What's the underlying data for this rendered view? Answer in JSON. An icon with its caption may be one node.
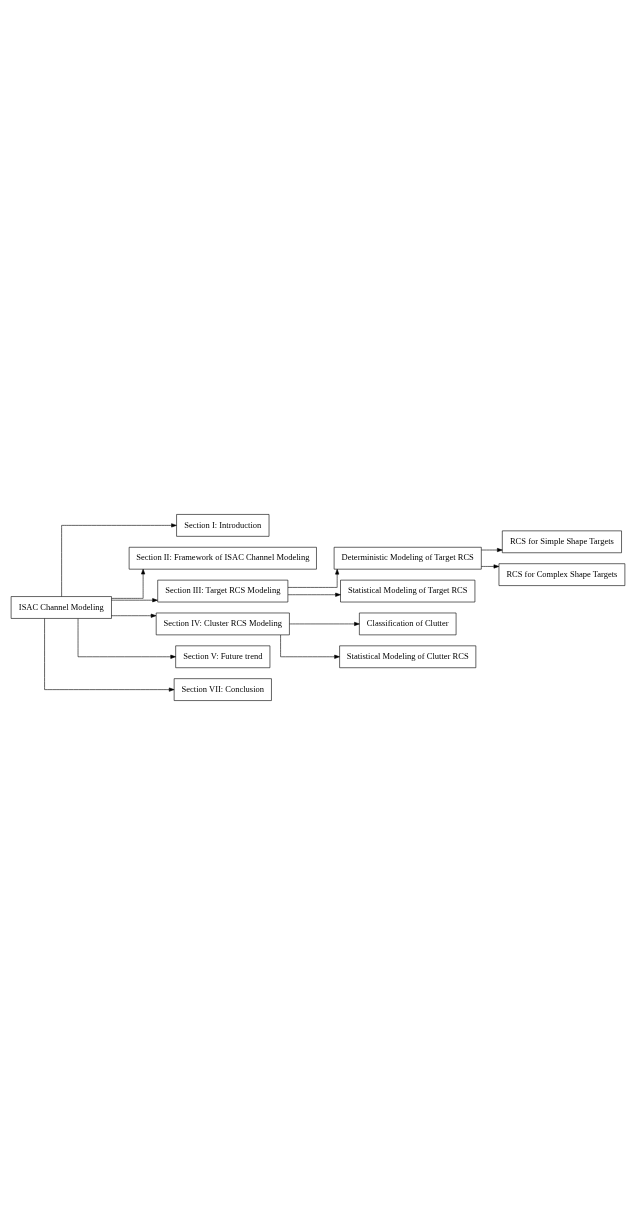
{
  "diagram": {
    "nodes": [
      {
        "text": [
          "ISAC Channel Modeling"
        ]
      },
      {
        "text": [
          "Section I: Introduction"
        ]
      },
      {
        "text": [
          "Section II: Framework of ISAC Channel Modeling"
        ]
      },
      {
        "text": [
          "Section III: Target RCS Modeling"
        ]
      },
      {
        "text": [
          "Deterministic Modeling of Target RCS"
        ]
      },
      {
        "text": [
          "RCS for Simple Shape Targets"
        ]
      },
      {
        "text": [
          "RCS for Complex Shape Targets"
        ]
      },
      {
        "text": [
          "Statistical Modeling of Target RCS"
        ]
      },
      {
        "text": [
          "Section IV: Cluster RCS Modeling"
        ]
      },
      {
        "text": [
          "Classification of Clutter"
        ]
      },
      {
        "text": [
          "Statistical Modeling of Clutter RCS"
        ]
      },
      {
        "text": [
          "Section V: Future trend"
        ]
      },
      {
        "text": [
          "Section VII: Conclusion"
        ]
      }
    ],
    "edges": [
      {
        "from": 0,
        "to": 1,
        "arrow": "to"
      },
      {
        "from": 0,
        "to": 2,
        "arrow": "to"
      },
      {
        "from": 0,
        "to": 3,
        "arrow": "to"
      },
      {
        "from": 3,
        "to": 4,
        "arrow": "to"
      },
      {
        "from": 4,
        "to": 5,
        "arrow": "to"
      },
      {
        "from": 4,
        "to": 6,
        "arrow": "to"
      },
      {
        "from": 3,
        "to": 7,
        "arrow": "to"
      },
      {
        "from": 0,
        "to": 8,
        "arrow": "to"
      },
      {
        "from": 8,
        "to": 9,
        "arrow": "to"
      },
      {
        "from": 8,
        "to": 10,
        "arrow": "to"
      },
      {
        "from": 0,
        "to": 11,
        "arrow": "to"
      },
      {
        "from": 0,
        "to": 12,
        "arrow": "to"
      }
    ]
  }
}
